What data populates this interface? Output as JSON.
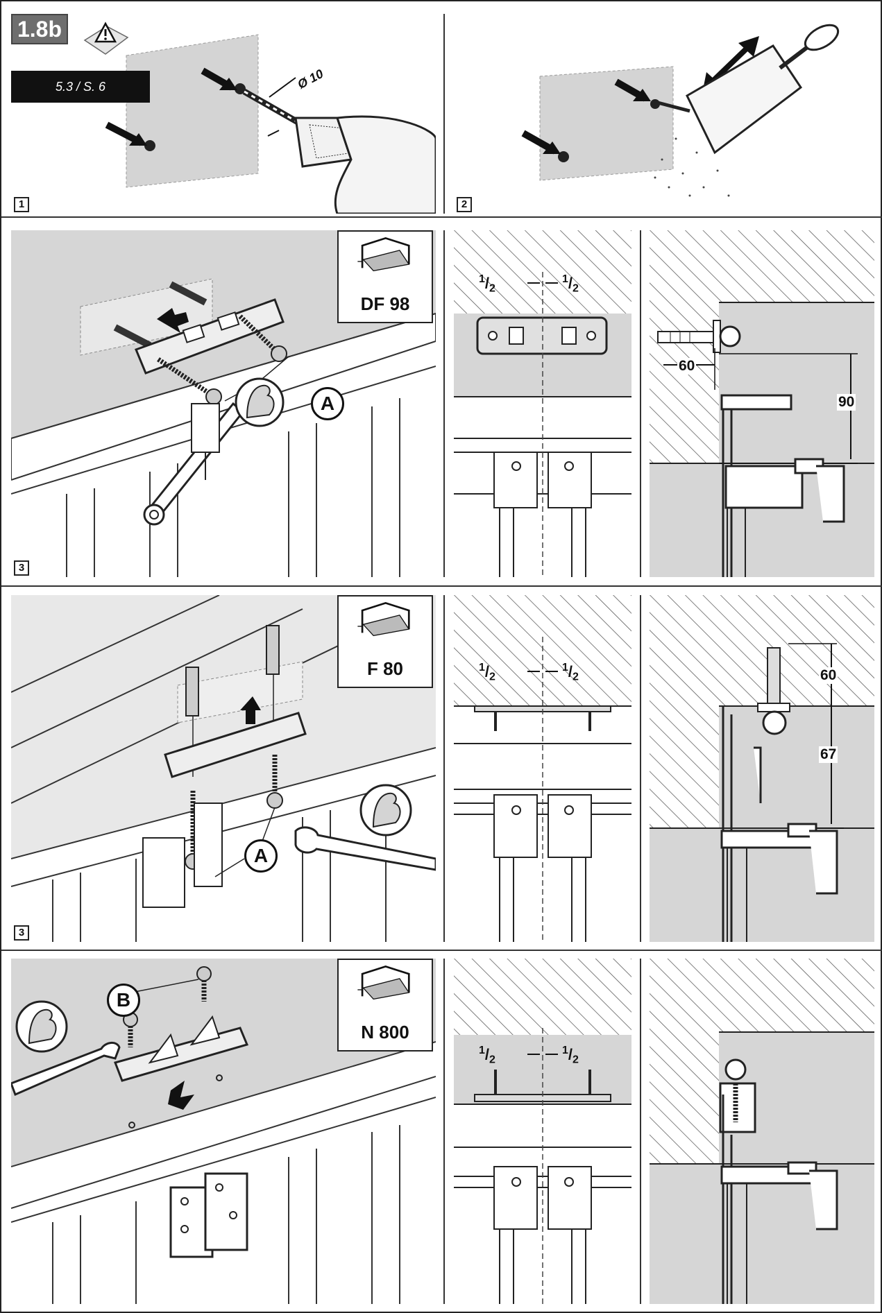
{
  "header": {
    "badge": "1.8b",
    "reference": "5.3 / S. 6"
  },
  "step_numbers": {
    "drill": "1",
    "clean": "2",
    "mount_df98": "3",
    "mount_f80": "3"
  },
  "drill": {
    "diameter_label": "Ø 10"
  },
  "systems": {
    "df98": "DF 98",
    "f80": "F 80",
    "n800": "N 800"
  },
  "callouts": {
    "a1": "A",
    "a2": "A",
    "b": "B"
  },
  "halves": {
    "left": "1",
    "right": "1",
    "denominator": "2"
  },
  "dimensions": {
    "df98_depth": "60",
    "df98_height": "90",
    "f80_depth": "60",
    "f80_height": "67"
  },
  "colors": {
    "grey_fill": "#d4d4d4",
    "line": "#222222",
    "badge": "#6e6e6e"
  },
  "icons": [
    "warning-icon",
    "drill-icon",
    "blower-pump-icon",
    "wrench-icon",
    "strong-arm-icon",
    "screw-icon",
    "dowel-icon",
    "arrow-icon"
  ]
}
